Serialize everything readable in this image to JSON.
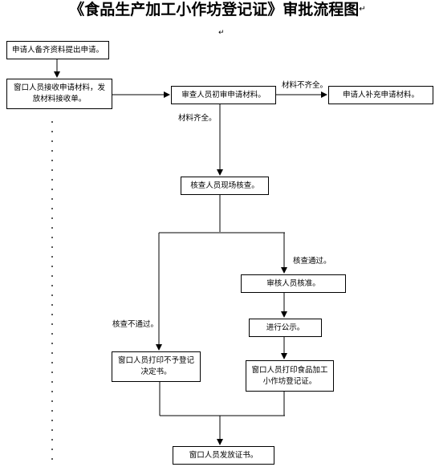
{
  "title": "《食品生产加工小作坊登记证》审批流程图",
  "return_mark": "↵",
  "nodes": {
    "apply": "申请人备齐资料提出申请。",
    "receive": "窗口人员接收申请材料，发放材料接收单。",
    "review": "审查人员初审申请材料。",
    "supplement": "申请人补充申请材料。",
    "inspect": "核查人员现场核查。",
    "approve": "审核人员核准。",
    "publicize": "进行公示。",
    "print_reject": "窗口人员打印不予登记决定书。",
    "print_cert": "窗口人员打印食品加工小作坊登记证。",
    "issue": "窗口人员发放证书。"
  },
  "edge_labels": {
    "incomplete": "材料不齐全。",
    "complete": "材料齐全。",
    "pass": "核查通过。",
    "fail": "核查不通过。"
  }
}
